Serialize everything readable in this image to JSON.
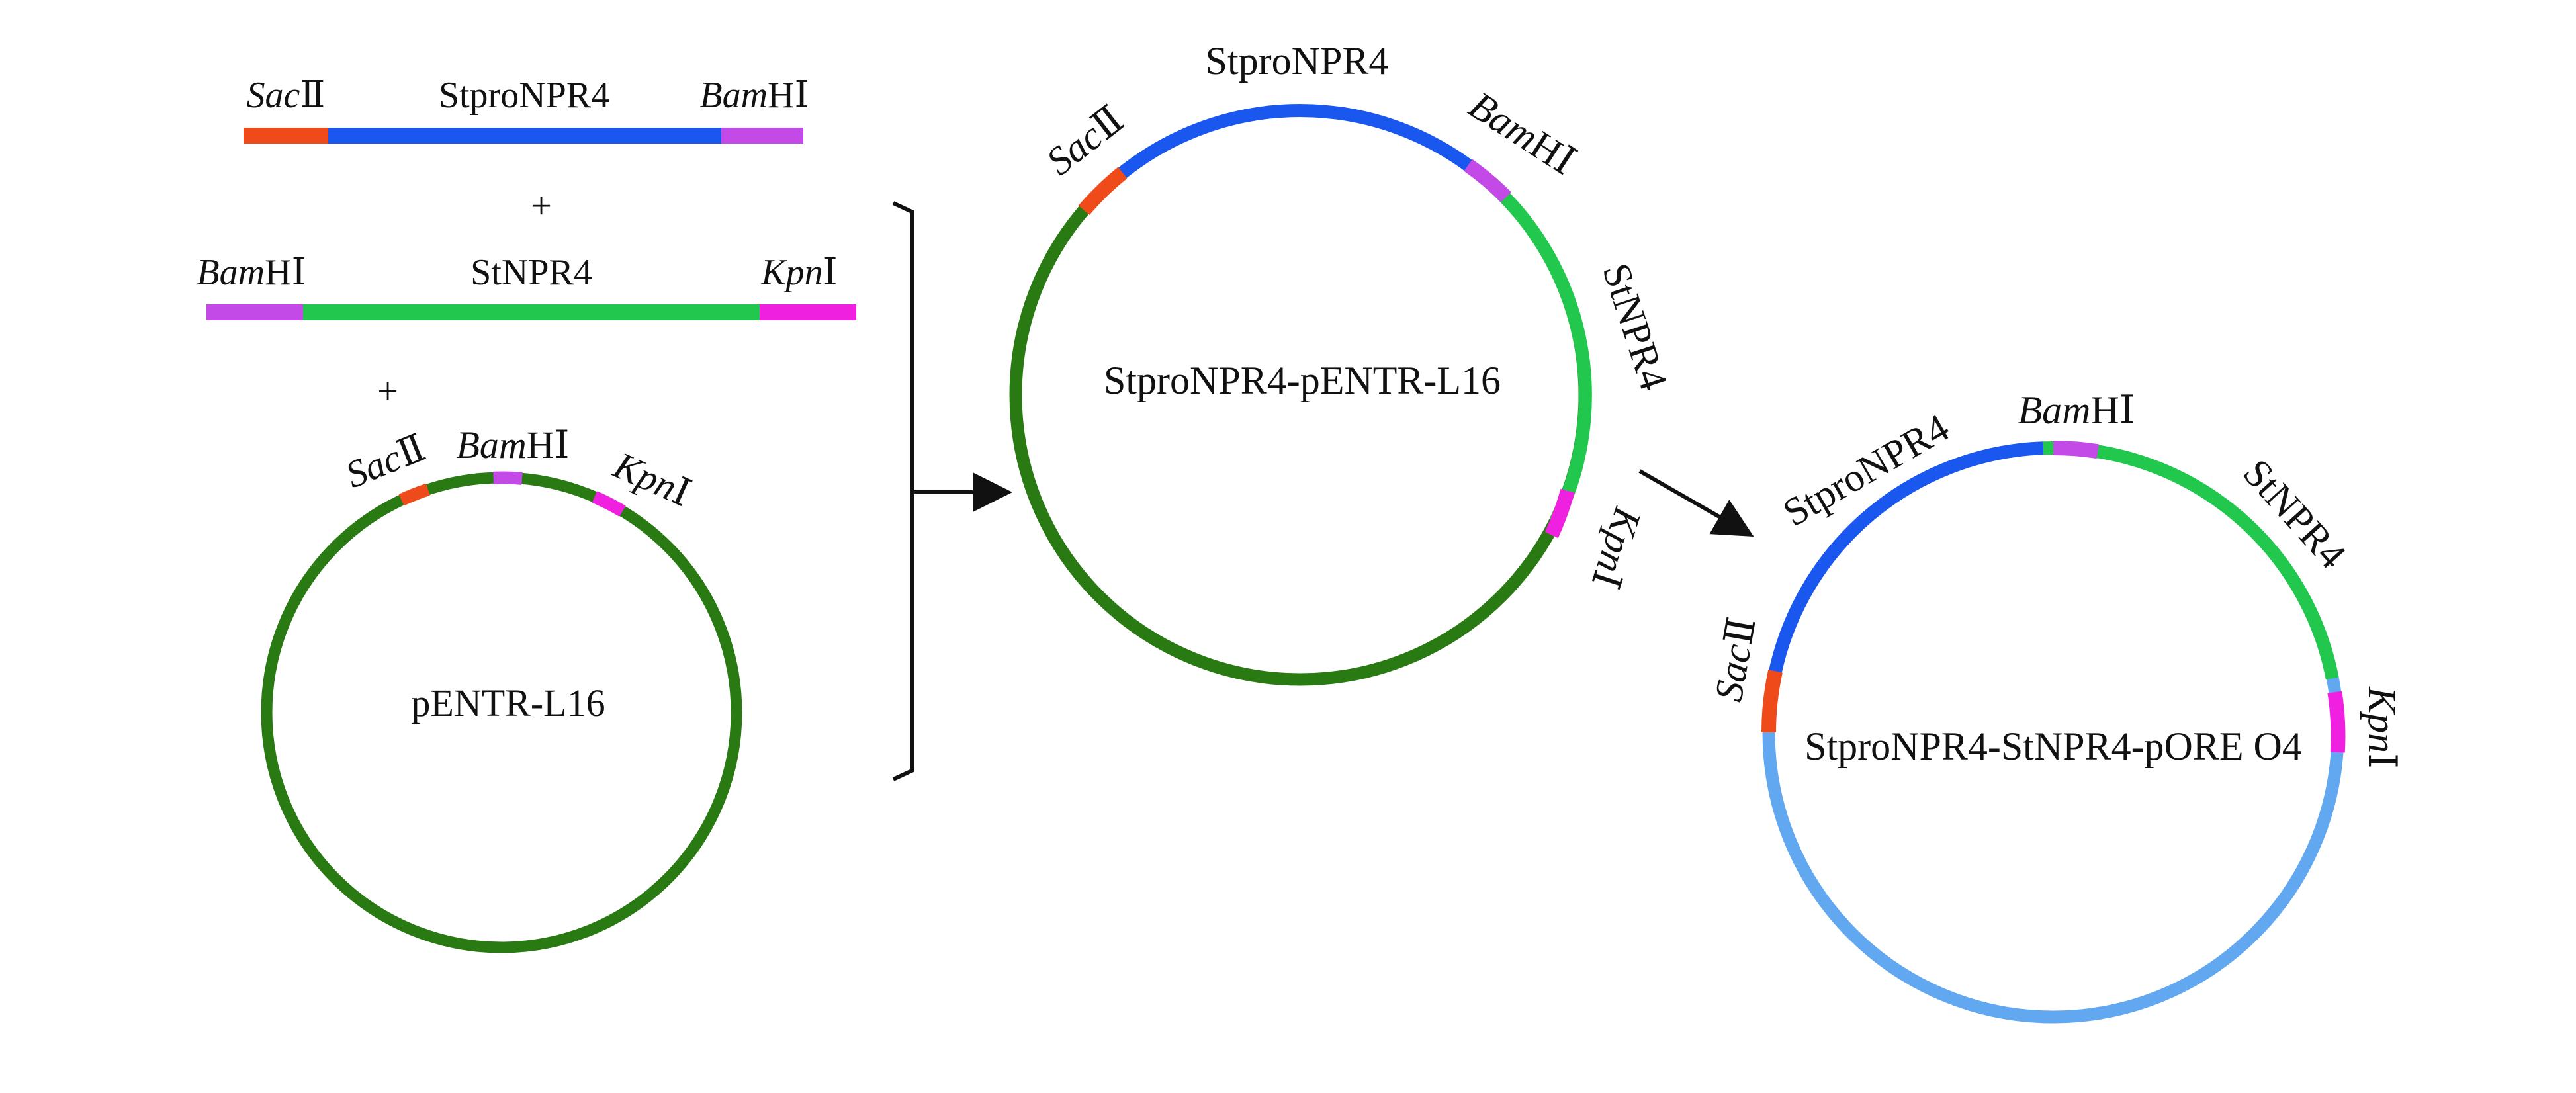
{
  "colors": {
    "sacII": "#ee4a1a",
    "bamHI": "#c44ae8",
    "kpnI": "#f020e0",
    "promoter_blue": "#1a57ee",
    "stnpr4_green": "#22c84e",
    "vector_dark_green": "#2a7a14",
    "pore_light_blue": "#62a8f0",
    "text": "#111111",
    "bracket": "#111111"
  },
  "fragment_promoter": {
    "left_site": {
      "italic": "Sac",
      "roman": "Ⅱ"
    },
    "name": "StproNPR4",
    "right_site": {
      "italic": "Bam",
      "roman": "HⅠ"
    }
  },
  "plus_1": "+",
  "fragment_gene": {
    "left_site": {
      "italic": "Bam",
      "roman": "HⅠ"
    },
    "name": "StNPR4",
    "right_site": {
      "italic": "Kpn",
      "roman": "Ⅰ"
    }
  },
  "plus_2": "+",
  "vector_pentr": {
    "name": "pENTR-L16",
    "site_sac": {
      "italic": "Sac",
      "roman": "Ⅱ"
    },
    "site_bam": {
      "italic": "Bam",
      "roman": "HⅠ"
    },
    "site_kpn": {
      "italic": "Kpn",
      "roman": "Ⅰ"
    }
  },
  "plasmid_entry": {
    "name": "StproNPR4-pENTR-L16",
    "insert_promoter": "StproNPR4",
    "insert_gene": "StNPR4",
    "site_sac": {
      "italic": "Sac",
      "roman": "Ⅱ"
    },
    "site_bam": {
      "italic": "Bam",
      "roman": "HⅠ"
    },
    "site_kpn": {
      "italic": "Kpn",
      "roman": "Ⅰ"
    }
  },
  "plasmid_final": {
    "name": "StproNPR4-StNPR4-pORE O4",
    "insert_promoter": "StproNPR4",
    "insert_gene": "StNPR4",
    "site_sac": {
      "italic": "Sac",
      "roman": "Ⅱ"
    },
    "site_bam": {
      "italic": "Bam",
      "roman": "HⅠ"
    },
    "site_kpn": {
      "italic": "Kpn",
      "roman": "Ⅰ"
    }
  }
}
